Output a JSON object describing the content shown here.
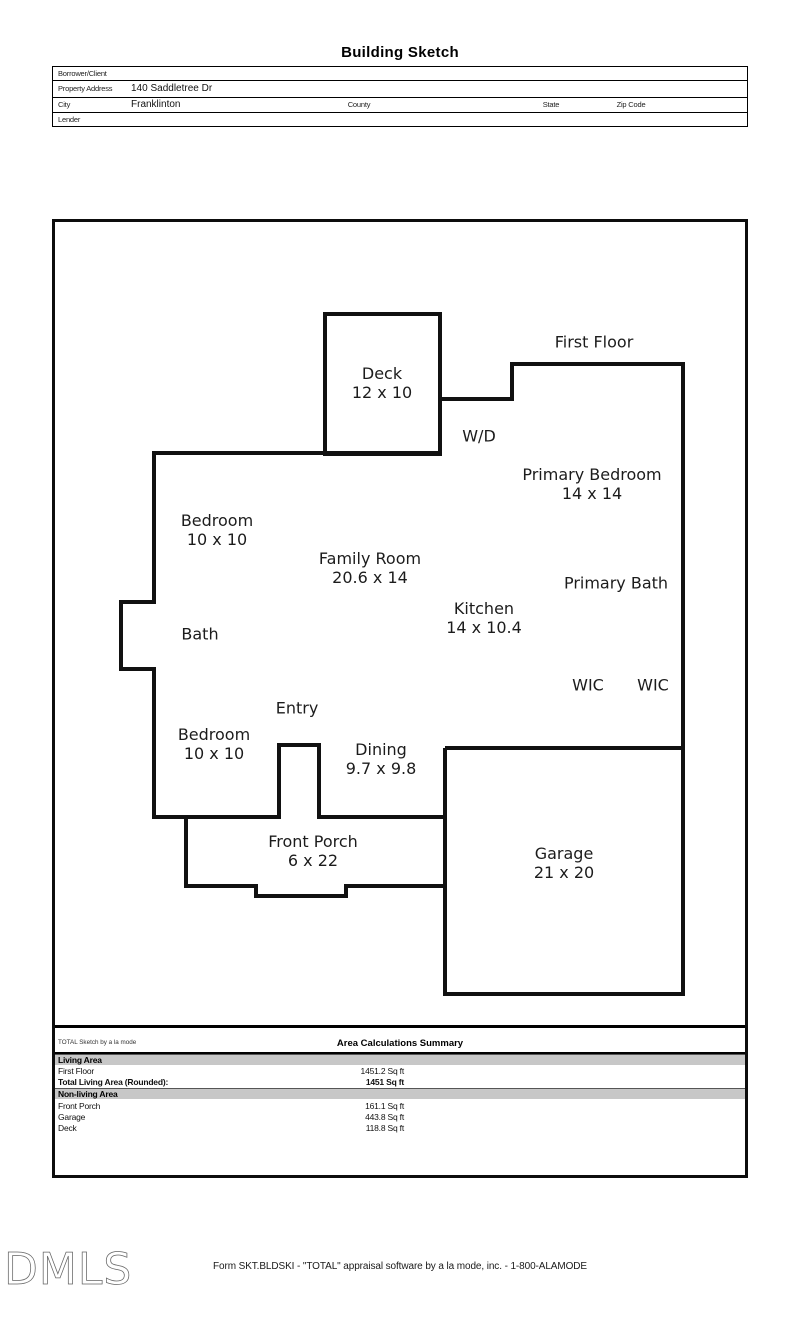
{
  "title": "Building Sketch",
  "header_form": {
    "borrower_label": "Borrower/Client",
    "property_label": "Property Address",
    "property_value": "140 Saddletree Dr",
    "city_label": "City",
    "city_value": "Franklinton",
    "county_label": "County",
    "state_label": "State",
    "zip_label": "Zip Code",
    "lender_label": "Lender"
  },
  "floor_plan": {
    "floor_label": "First Floor",
    "labels": [
      {
        "name": "deck",
        "text": "Deck",
        "dims": "12 x 10"
      },
      {
        "name": "washer-dryer",
        "text": "W/D",
        "dims": ""
      },
      {
        "name": "primary-bedroom",
        "text": "Primary Bedroom",
        "dims": "14 x 14"
      },
      {
        "name": "bedroom-upper",
        "text": "Bedroom",
        "dims": "10 x 10"
      },
      {
        "name": "family-room",
        "text": "Family Room",
        "dims": "20.6 x 14"
      },
      {
        "name": "kitchen",
        "text": "Kitchen",
        "dims": "14 x 10.4"
      },
      {
        "name": "primary-bath",
        "text": "Primary Bath",
        "dims": ""
      },
      {
        "name": "bath",
        "text": "Bath",
        "dims": ""
      },
      {
        "name": "wic-left",
        "text": "WIC",
        "dims": ""
      },
      {
        "name": "wic-right",
        "text": "WIC",
        "dims": ""
      },
      {
        "name": "entry",
        "text": "Entry",
        "dims": ""
      },
      {
        "name": "bedroom-lower",
        "text": "Bedroom",
        "dims": "10 x 10"
      },
      {
        "name": "dining",
        "text": "Dining",
        "dims": "9.7 x 9.8"
      },
      {
        "name": "front-porch",
        "text": "Front Porch",
        "dims": "6 x 22"
      },
      {
        "name": "garage",
        "text": "Garage",
        "dims": "21 x 20"
      }
    ]
  },
  "summary": {
    "watermark": "TOTAL Sketch by a la mode",
    "title": "Area Calculations Summary",
    "living_header": "Living Area",
    "rows_living": [
      {
        "label": "First Floor",
        "value": "1451.2 Sq ft"
      },
      {
        "label": "Total Living Area (Rounded):",
        "value": "1451 Sq ft"
      }
    ],
    "nonliving_header": "Non-living Area",
    "rows_nonliving": [
      {
        "label": "Front Porch",
        "value": "161.1 Sq ft"
      },
      {
        "label": "Garage",
        "value": "443.8 Sq ft"
      },
      {
        "label": "Deck",
        "value": "118.8 Sq ft"
      }
    ]
  },
  "footer": {
    "logo_text": "DMLS",
    "form_line": "Form SKT.BLDSKI - \"TOTAL\" appraisal software by a la mode, inc. - 1-800-ALAMODE"
  }
}
